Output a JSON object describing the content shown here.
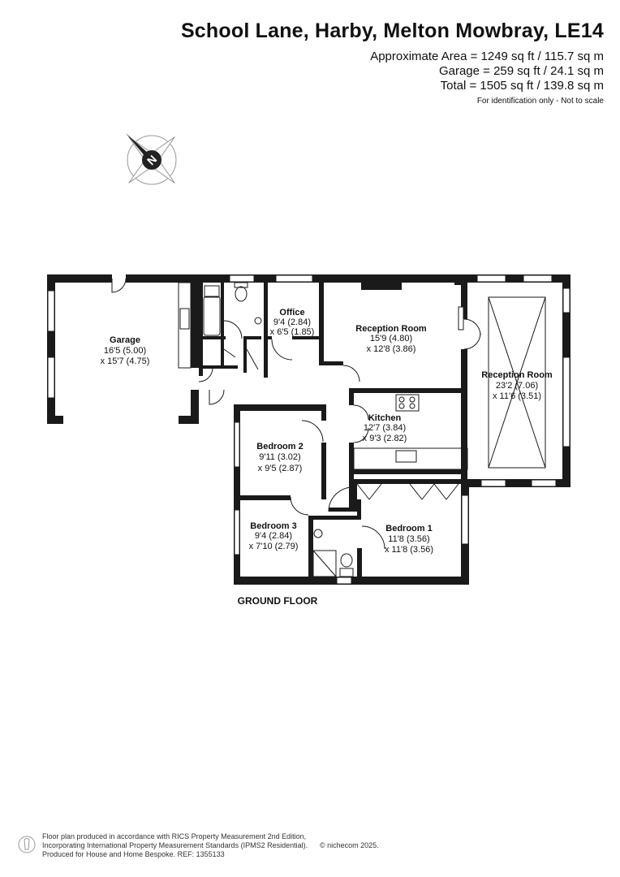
{
  "header": {
    "address": "School Lane, Harby, Melton Mowbray, LE14",
    "area_lines": [
      "Approximate Area = 1249 sq ft / 115.7 sq m",
      "Garage = 259 sq ft / 24.1 sq m",
      "Total = 1505 sq ft / 139.8 sq m"
    ],
    "disclaimer": "For identification only - Not to scale"
  },
  "compass": {
    "label": "N",
    "icon": "compass-north-icon"
  },
  "rooms": {
    "garage": {
      "name": "Garage",
      "dim1": "16'5 (5.00)",
      "dim2": "x 15'7 (4.75)"
    },
    "office": {
      "name": "Office",
      "dim1": "9'4 (2.84)",
      "dim2": "x 6'5 (1.85)"
    },
    "reception1": {
      "name": "Reception Room",
      "dim1": "15'9 (4.80)",
      "dim2": "x 12'8 (3.86)"
    },
    "reception2": {
      "name": "Reception Room",
      "dim1": "23'2 (7.06)",
      "dim2": "x 11'6 (3.51)"
    },
    "kitchen": {
      "name": "Kitchen",
      "dim1": "12'7 (3.84)",
      "dim2": "x 9'3 (2.82)"
    },
    "bedroom2": {
      "name": "Bedroom 2",
      "dim1": "9'11 (3.02)",
      "dim2": "x 9'5 (2.87)"
    },
    "bedroom3": {
      "name": "Bedroom 3",
      "dim1": "9'4 (2.84)",
      "dim2": "x 7'10 (2.79)"
    },
    "bedroom1": {
      "name": "Bedroom 1",
      "dim1": "11'8 (3.56)",
      "dim2": "x 11'8 (3.56)"
    }
  },
  "floor_label": "GROUND FLOOR",
  "footer": {
    "lines": [
      "Floor plan produced in accordance with RICS Property Measurement 2nd Edition,",
      "Incorporating International Property Measurement Standards (IPMS2 Residential).",
      "Produced for House and Home Bespoke.   REF: 1355133"
    ],
    "copyright": "© nichecom 2025."
  },
  "colors": {
    "wall": "#1a1a1a",
    "window": "#ffffff",
    "text": "#111111"
  }
}
